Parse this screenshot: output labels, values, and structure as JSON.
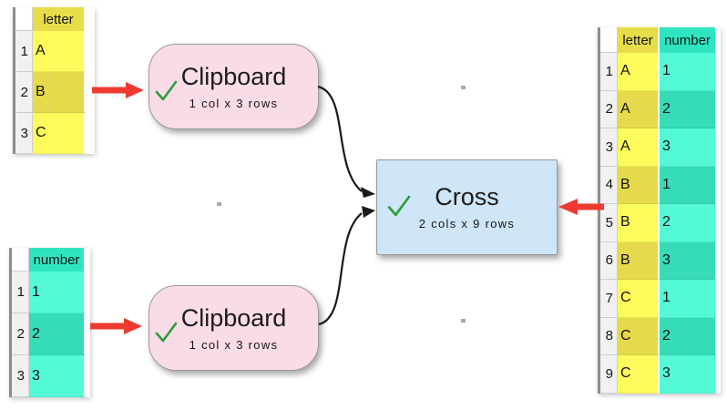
{
  "colors": {
    "accent_red": "#ee3a30",
    "check_green": "#2d9e3a",
    "node_pink": "#f9dce8",
    "node_blue": "#cfe5f8",
    "node_border": "#9a9a9a",
    "connector_black": "#1a1a1a",
    "yellow_header": "#e7dd4a",
    "yellow_light": "#fdfa5c",
    "yellow_dark": "#e4da4c",
    "teal_header": "#2ee5c0",
    "teal_light": "#54fad6",
    "teal_dark": "#36dcb8",
    "gutter_bg": "#f1f1f1",
    "grid_dot": "#a9a9a9"
  },
  "nodes": {
    "clipboard_top": {
      "title": "Clipboard",
      "subtitle": "1 col x 3 rows",
      "status_icon": "check-icon"
    },
    "clipboard_bottom": {
      "title": "Clipboard",
      "subtitle": "1 col x 3 rows",
      "status_icon": "check-icon"
    },
    "cross": {
      "title": "Cross",
      "subtitle": "2 cols x 9 rows",
      "status_icon": "check-icon"
    }
  },
  "tables": {
    "letter_input": {
      "headers": [
        "letter"
      ],
      "schemes": [
        "yellow"
      ],
      "row_numbers": [
        "1",
        "2",
        "3"
      ],
      "rows": [
        [
          "A"
        ],
        [
          "B"
        ],
        [
          "C"
        ]
      ]
    },
    "number_input": {
      "headers": [
        "number"
      ],
      "schemes": [
        "teal"
      ],
      "row_numbers": [
        "1",
        "2",
        "3"
      ],
      "rows": [
        [
          "1"
        ],
        [
          "2"
        ],
        [
          "3"
        ]
      ]
    },
    "output": {
      "headers": [
        "letter",
        "number"
      ],
      "schemes": [
        "yellow",
        "teal"
      ],
      "row_numbers": [
        "1",
        "2",
        "3",
        "4",
        "5",
        "6",
        "7",
        "8",
        "9"
      ],
      "rows": [
        [
          "A",
          "1"
        ],
        [
          "A",
          "2"
        ],
        [
          "A",
          "3"
        ],
        [
          "B",
          "1"
        ],
        [
          "B",
          "2"
        ],
        [
          "B",
          "3"
        ],
        [
          "C",
          "1"
        ],
        [
          "C",
          "2"
        ],
        [
          "C",
          "3"
        ]
      ]
    }
  }
}
